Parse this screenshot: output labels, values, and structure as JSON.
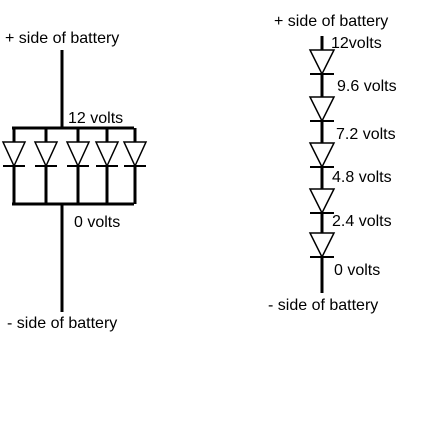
{
  "parallel_circuit": {
    "top_label": "+ side of battery",
    "top_voltage": "12 volts",
    "bottom_voltage": "0 volts",
    "bottom_label": "- side of battery",
    "diode_count": 5
  },
  "series_circuit": {
    "top_label": "+ side of battery",
    "node_voltages": [
      "12volts",
      "9.6 volts",
      "7.2 volts",
      "4.8 volts",
      "2.4 volts",
      "0 volts"
    ],
    "bottom_label": "- side of battery",
    "diode_count": 5
  },
  "colors": {
    "line": "#000000",
    "background": "#ffffff"
  }
}
